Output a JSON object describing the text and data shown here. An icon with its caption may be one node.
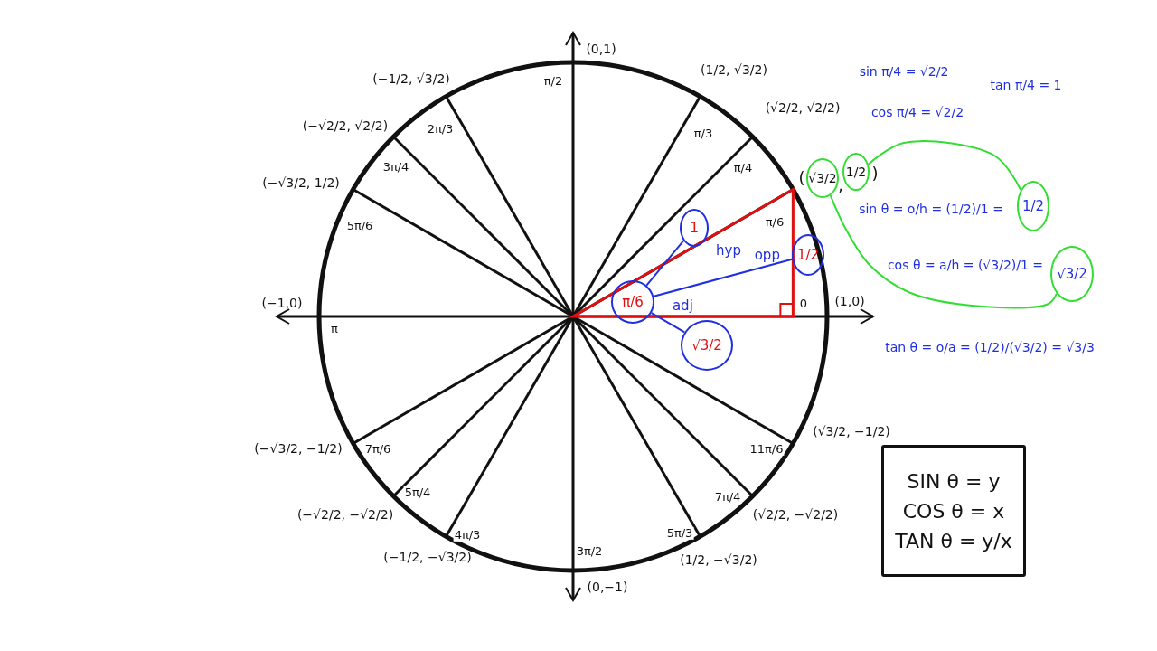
{
  "diagram": {
    "nodes": [
      {
        "text": [
          "√3/2"
        ],
        "beside": [
          "(",
          ","
        ]
      },
      {
        "text": [
          "1/2"
        ],
        "beside": [
          ")"
        ]
      },
      {
        "text": [
          "1"
        ],
        "beside": [
          "hyp"
        ]
      },
      {
        "text": [
          "π/6"
        ]
      },
      {
        "text": [
          "1/2"
        ]
      },
      {
        "text": [
          "√3/2"
        ]
      },
      {
        "text": [
          "1/2"
        ]
      },
      {
        "text": [
          "√3/2"
        ]
      },
      {
        "text": [
          "SIN θ = y",
          "COS θ = x",
          "TAN θ = y/x"
        ]
      }
    ],
    "edges": [
      {
        "from": 3,
        "to": 2,
        "arrow": "none"
      },
      {
        "from": 3,
        "to": 4,
        "arrow": "none",
        "label": "opp"
      },
      {
        "from": 3,
        "to": 5,
        "arrow": "none",
        "label": "adj"
      },
      {
        "from": 1,
        "to": 6,
        "arrow": "none",
        "color": "#33dd33"
      },
      {
        "from": 0,
        "to": 7,
        "arrow": "none",
        "color": "#33dd33"
      }
    ],
    "labels": [
      "(−1/2, √3/2)",
      "π/2",
      "(0,1)",
      "(1/2, √3/2)",
      "sin π/4 = √2/2",
      "tan π/4 = 1",
      "(−√2/2, √2/2)",
      "2π/3",
      "π/3",
      "(√2/2, √2/2)",
      "cos π/4 = √2/2",
      "(−√3/2, 1/2)",
      "3π/4",
      "π/4",
      "5π/6",
      "π/6",
      "sin θ = o/h = (1/2)/1 =",
      "cos θ = a/h = (√3/2)/1 =",
      "(−1,0)",
      "π",
      "0",
      "(1,0)",
      "tan θ = o/a = (1/2)/(√3/2) = √3/3",
      "(−√3/2, −1/2)",
      "7π/6",
      "11π/6",
      "(√3/2, −1/2)",
      "(−√2/2, −√2/2)",
      "5π/4",
      "7π/4",
      "(√2/2, −√2/2)",
      "(−1/2, −√3/2)",
      "4π/3",
      "3π/2",
      "5π/3",
      "(1/2, −√3/2)",
      "(0,−1)"
    ]
  }
}
